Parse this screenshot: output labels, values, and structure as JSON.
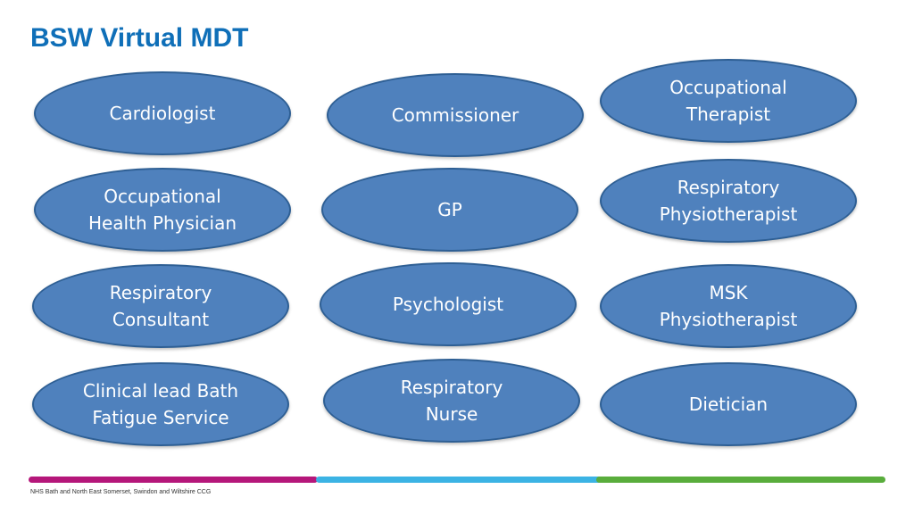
{
  "title": "BSW Virtual MDT",
  "roles": {
    "cardiologist": "Cardiologist",
    "commissioner": "Commissioner",
    "occupational_therapist": "Occupational\nTherapist",
    "occupational_health_physician": "Occupational\nHealth Physician",
    "gp": "GP",
    "respiratory_physiotherapist": "Respiratory\nPhysiotherapist",
    "respiratory_consultant": "Respiratory\nConsultant",
    "psychologist": "Psychologist",
    "msk_physiotherapist": "MSK\nPhysiotherapist",
    "clinical_lead": "Clinical lead Bath\nFatigue Service",
    "respiratory_nurse": "Respiratory\nNurse",
    "dietician": "Dietician"
  },
  "footer": "NHS Bath and North East Somerset, Swindon and Wiltshire CCG",
  "colors": {
    "title": "#0f6fb8",
    "node_fill": "#4f81bd",
    "node_border": "#2e5f94",
    "bar_magenta": "#b5177a",
    "bar_cyan": "#3bb3e4",
    "bar_green": "#59ad3c"
  }
}
